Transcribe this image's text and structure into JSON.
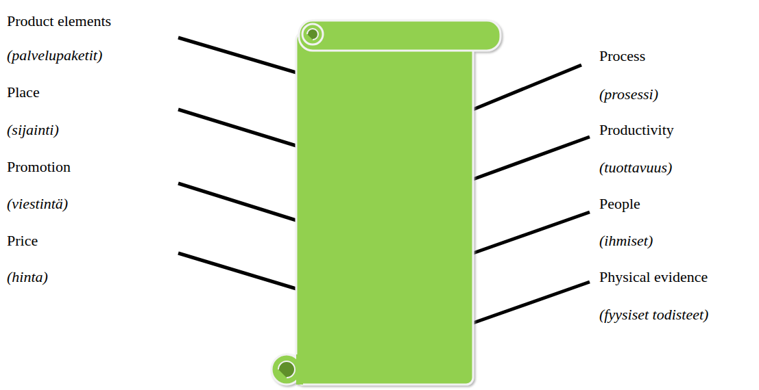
{
  "diagram": {
    "labels": [
      "Product elements",
      "(palvelupaketit)",
      "Place",
      "(sijainti)",
      "Promotion",
      "(viestintä)",
      "Price",
      "(hinta)",
      "Process",
      "(prosessi)",
      "Productivity",
      "(tuottavuus)",
      "People",
      "(ihmiset)",
      "Physical evidence",
      "(fyysiset todisteet)"
    ]
  }
}
